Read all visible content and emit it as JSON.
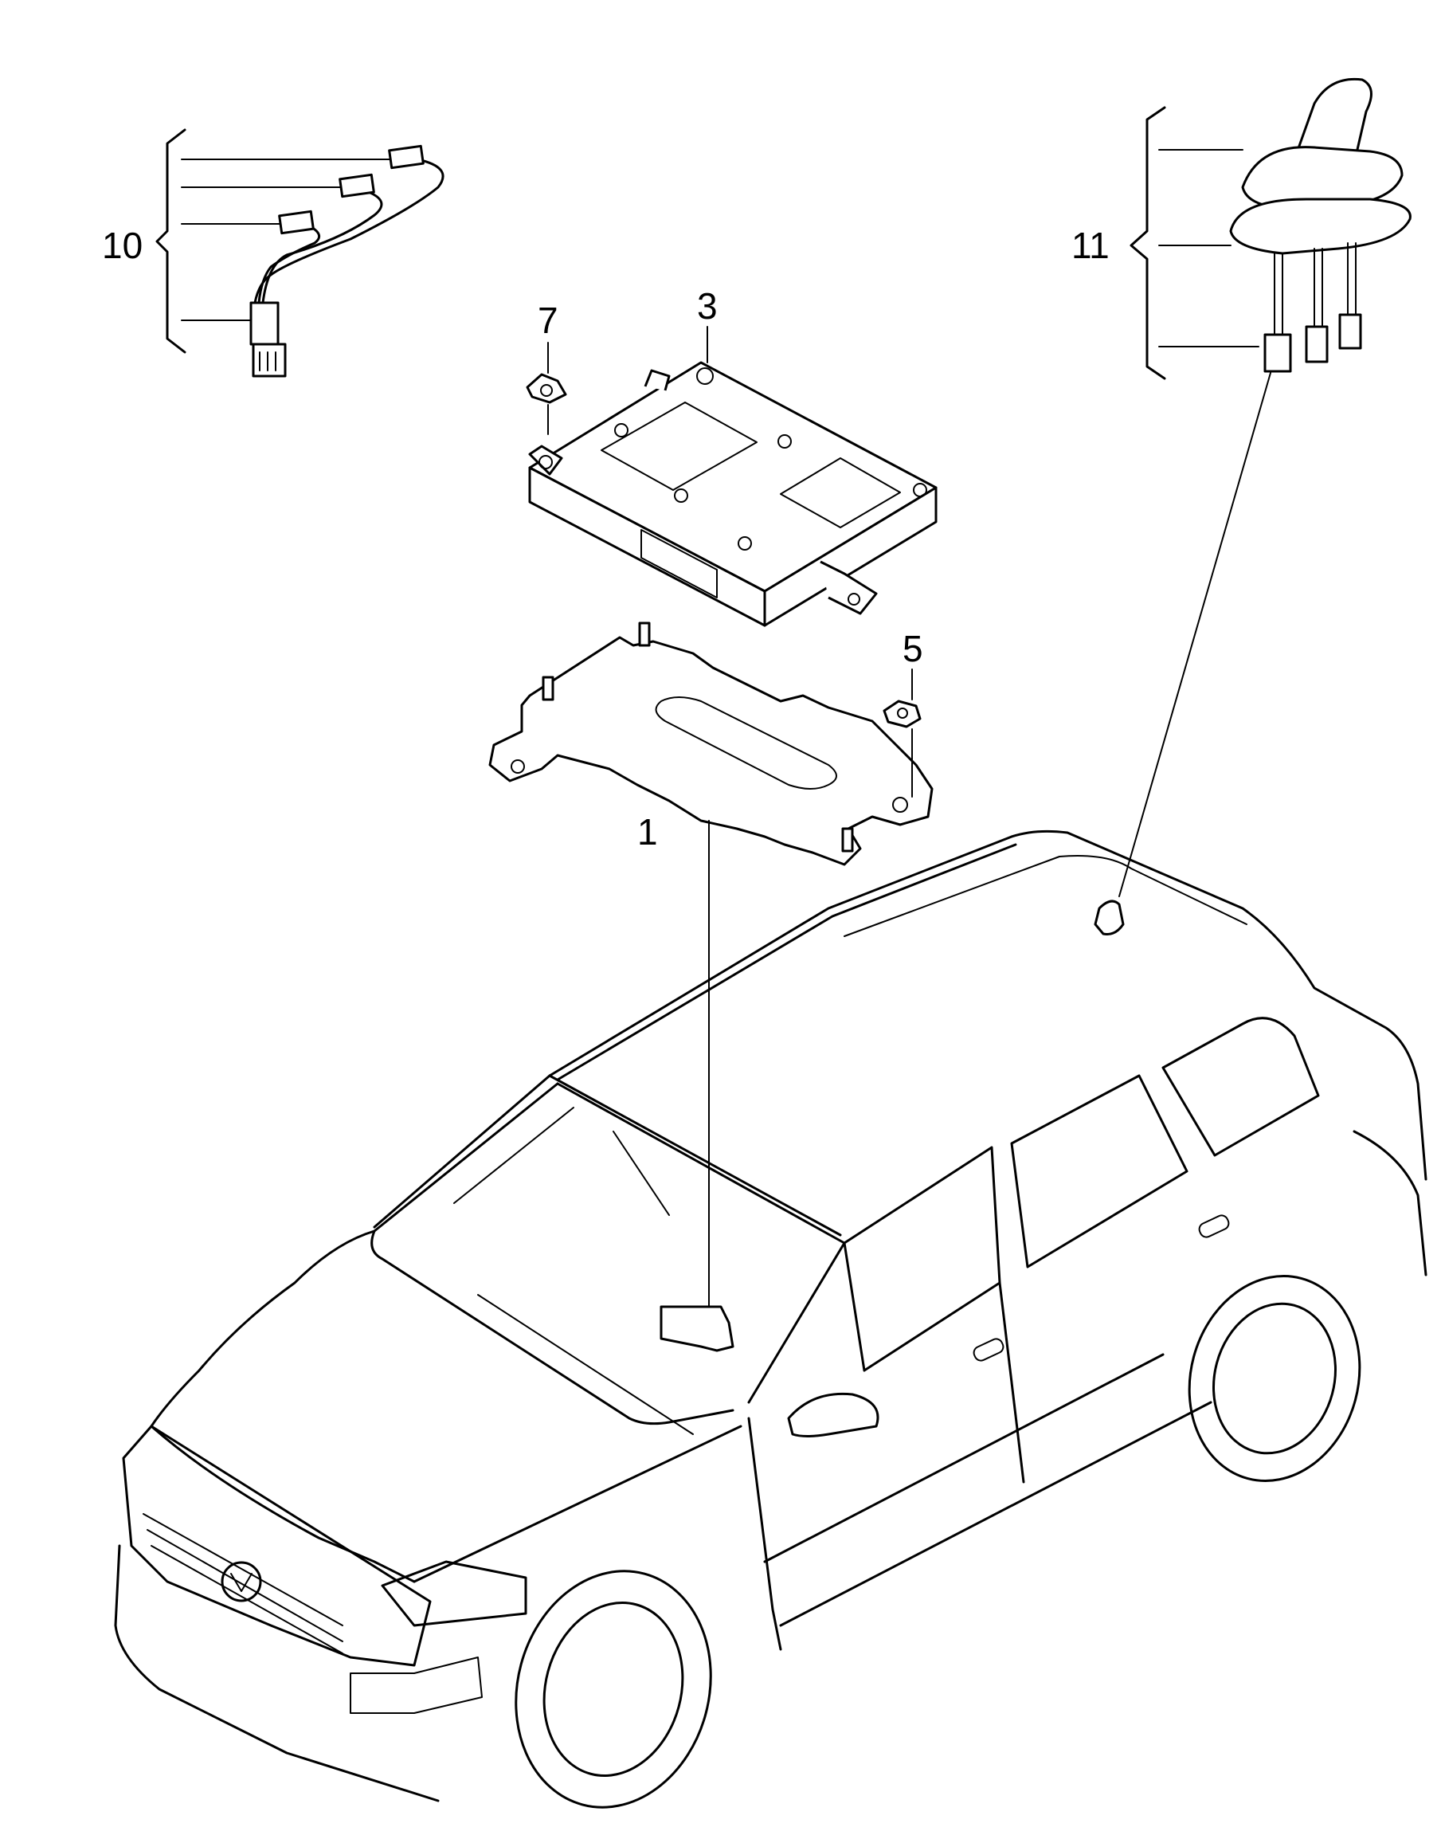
{
  "callouts": {
    "plate": "1",
    "control_unit": "3",
    "nut": "5",
    "clip": "7",
    "wiring_harness": "10",
    "roof_antenna": "11"
  }
}
